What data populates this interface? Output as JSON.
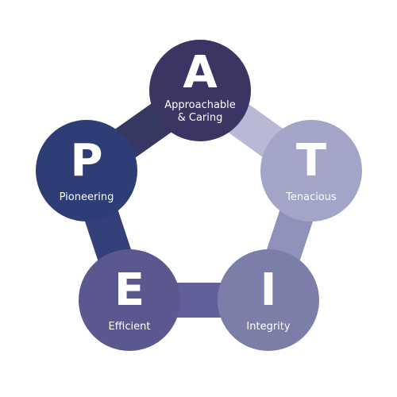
{
  "diagram": {
    "nodes": [
      {
        "id": "a",
        "letter": "A",
        "label_lines": [
          "Approachable",
          "& Caring"
        ],
        "color": "#3a3563"
      },
      {
        "id": "t",
        "letter": "T",
        "label_lines": [
          "Tenacious"
        ],
        "color": "#a3a5c8"
      },
      {
        "id": "i",
        "letter": "I",
        "label_lines": [
          "Integrity"
        ],
        "color": "#7c7eaa"
      },
      {
        "id": "e",
        "letter": "E",
        "label_lines": [
          "Efficient"
        ],
        "color": "#5b5890"
      },
      {
        "id": "p",
        "letter": "P",
        "label_lines": [
          "Pioneering"
        ],
        "color": "#2e3d76"
      }
    ],
    "links": [
      {
        "from": "a",
        "to": "t",
        "color": "#b9b9d6"
      },
      {
        "from": "t",
        "to": "i",
        "color": "#8f91bb"
      },
      {
        "from": "i",
        "to": "e",
        "color": "#62609a"
      },
      {
        "from": "e",
        "to": "p",
        "color": "#34407a"
      },
      {
        "from": "p",
        "to": "a",
        "color": "#343863"
      }
    ]
  }
}
